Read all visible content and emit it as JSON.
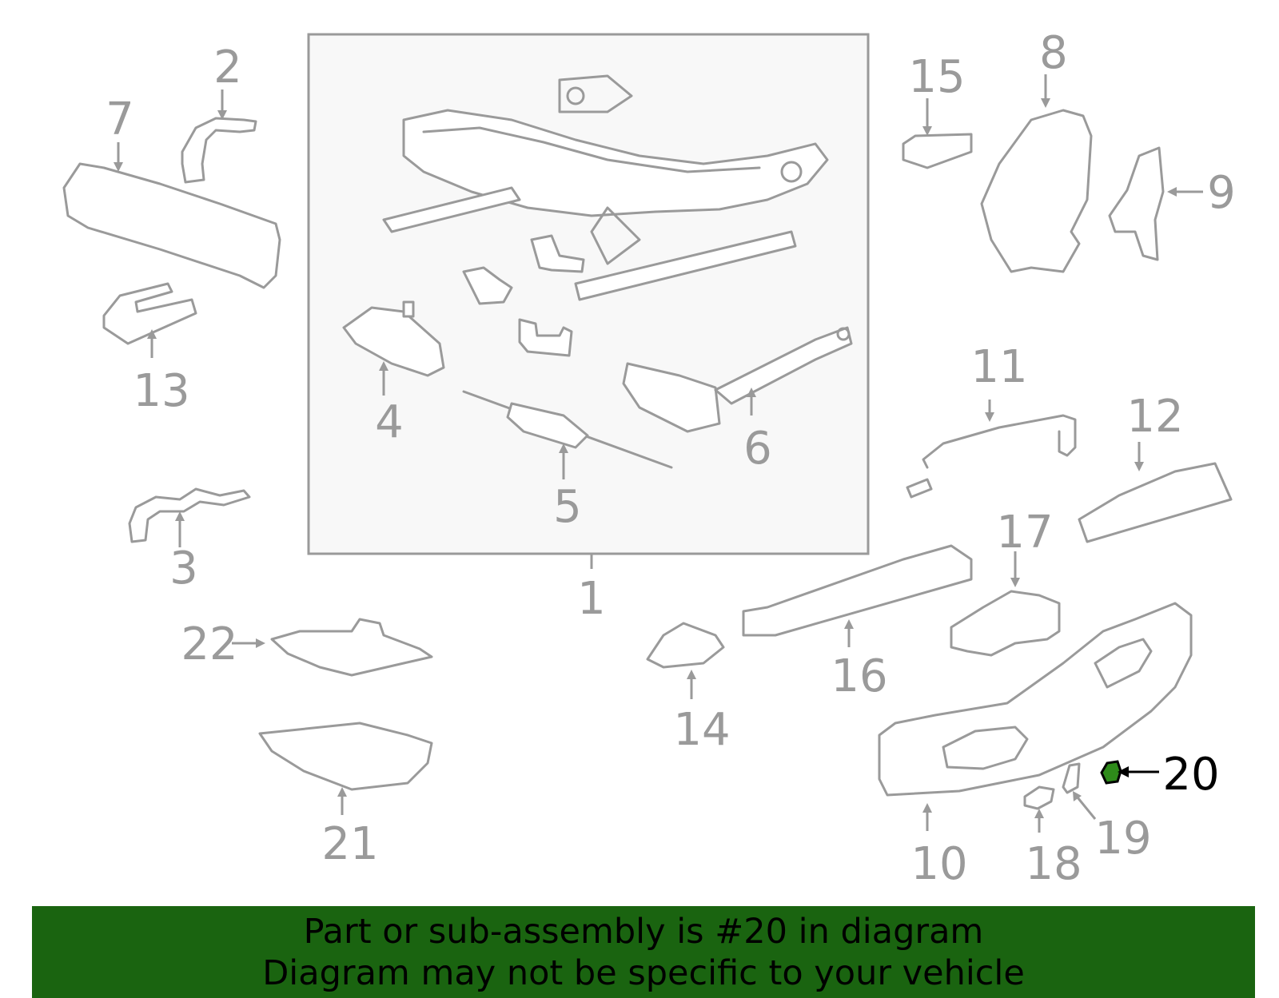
{
  "callouts": [
    {
      "id": "1",
      "label": "1"
    },
    {
      "id": "2",
      "label": "2"
    },
    {
      "id": "3",
      "label": "3"
    },
    {
      "id": "4",
      "label": "4"
    },
    {
      "id": "5",
      "label": "5"
    },
    {
      "id": "6",
      "label": "6"
    },
    {
      "id": "7",
      "label": "7"
    },
    {
      "id": "8",
      "label": "8"
    },
    {
      "id": "9",
      "label": "9"
    },
    {
      "id": "10",
      "label": "10"
    },
    {
      "id": "11",
      "label": "11"
    },
    {
      "id": "12",
      "label": "12"
    },
    {
      "id": "13",
      "label": "13"
    },
    {
      "id": "14",
      "label": "14"
    },
    {
      "id": "15",
      "label": "15"
    },
    {
      "id": "16",
      "label": "16"
    },
    {
      "id": "17",
      "label": "17"
    },
    {
      "id": "18",
      "label": "18"
    },
    {
      "id": "19",
      "label": "19"
    },
    {
      "id": "20",
      "label": "20"
    },
    {
      "id": "21",
      "label": "21"
    },
    {
      "id": "22",
      "label": "22"
    }
  ],
  "highlighted_part": "20",
  "banner": {
    "line1": "Part or sub-assembly is #20 in diagram",
    "line2": "Diagram may not be specific to your vehicle"
  },
  "colors": {
    "banner_bg": "#1a6410",
    "line_art": "#9a9a9a",
    "highlight_fill": "#2e8b1a"
  }
}
